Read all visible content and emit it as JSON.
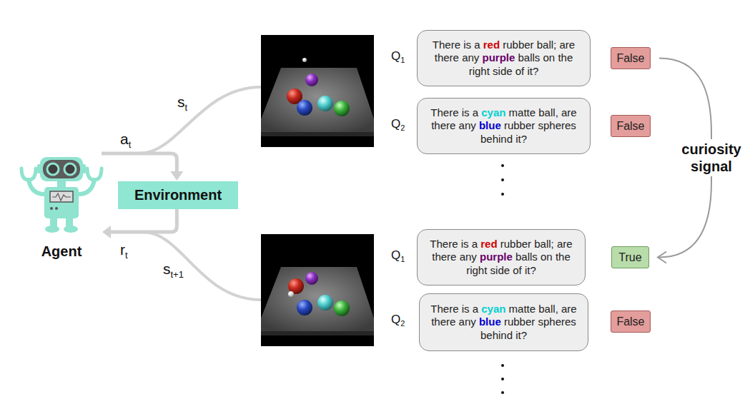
{
  "diagram": {
    "nodes": [
      {
        "text": [
          "Agent"
        ]
      },
      {
        "text": [
          "Environment"
        ]
      },
      {
        "text": [
          "There is a red rubber ball; are there any purple balls on the right side of it?"
        ]
      },
      {
        "text": [
          "False"
        ]
      },
      {
        "text": [
          "There is a cyan matte ball, are there any blue rubber spheres behind it?"
        ]
      },
      {
        "text": [
          "False"
        ]
      },
      {
        "text": [
          "There is a red rubber ball; are there any purple balls on the right side of it?"
        ]
      },
      {
        "text": [
          "True"
        ]
      },
      {
        "text": [
          "There is a cyan matte ball, are there any blue rubber spheres behind it?"
        ]
      },
      {
        "text": [
          "False"
        ]
      }
    ],
    "edges": [
      {
        "from": 0,
        "to": 1,
        "arrow": "to",
        "label": "at"
      },
      {
        "from": 1,
        "to": 0,
        "arrow": "to",
        "label": "rt"
      },
      {
        "from": 3,
        "to": 7,
        "arrow": "to",
        "label": "curiosity signal"
      }
    ],
    "labels": [
      "st",
      "st+1",
      "Q1",
      "Q2",
      "Q1",
      "Q2"
    ]
  }
}
